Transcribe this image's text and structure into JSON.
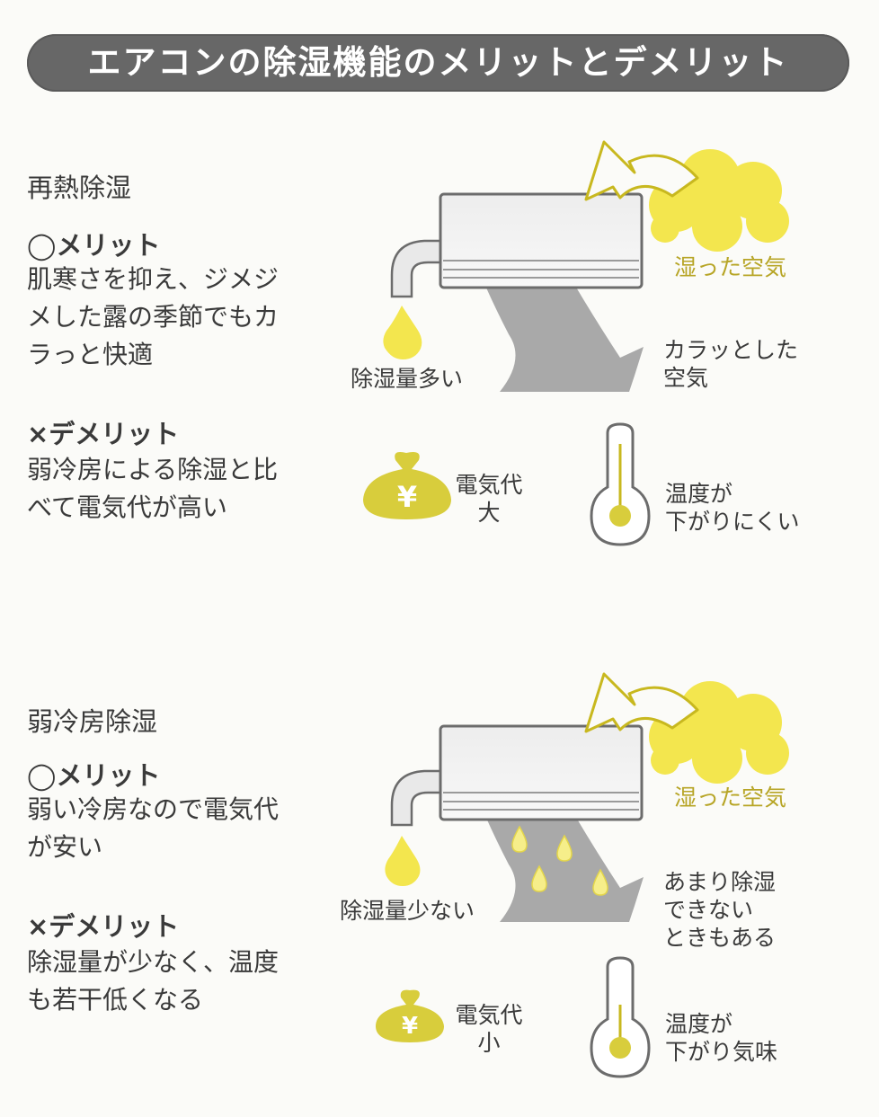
{
  "header": {
    "title": "エアコンの除湿機能のメリットとデメリット"
  },
  "colors": {
    "banner": "#676767",
    "yellow": "#f3e64e",
    "yellow_outline": "#c8b81f",
    "gray_arrow": "#a9a9a9",
    "text": "#3a3a3a"
  },
  "sections": [
    {
      "title": "再熱除湿",
      "merit_heading": "◯メリット",
      "merit_text": "肌寒さを抑え、ジメジ\nメした露の季節でもカ\nラっと快適",
      "demerit_heading": "×デメリット",
      "demerit_text": "弱冷房による除湿と比\nべて電気代が高い",
      "diagram": {
        "humid_air": "湿った空気",
        "dry_air": "カラッとした\n空気",
        "dehumid_amount": "除湿量多い",
        "cost": "電気代\n大",
        "temperature": "温度が\n下がりにくい",
        "yen_icon": "yen-money-bag-icon",
        "yen_symbol": "¥"
      }
    },
    {
      "title": "弱冷房除湿",
      "merit_heading": "◯メリット",
      "merit_text": "弱い冷房なので電気代\nが安い",
      "demerit_heading": "×デメリット",
      "demerit_text": "除湿量が少なく、温度\nも若干低くなる",
      "diagram": {
        "humid_air": "湿った空気",
        "dry_air": "あまり除湿\nできない\nときもある",
        "dehumid_amount": "除湿量少ない",
        "cost": "電気代\n小",
        "temperature": "温度が\n下がり気味",
        "yen_icon": "yen-money-bag-icon",
        "yen_symbol": "¥"
      }
    }
  ]
}
